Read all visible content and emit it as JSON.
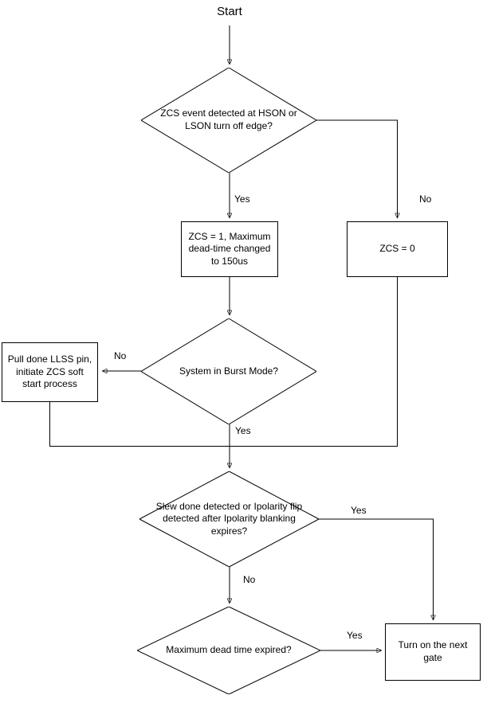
{
  "diagram": {
    "type": "flowchart",
    "nodes": {
      "start": {
        "label": "Start",
        "shape": "label"
      },
      "d1": {
        "label": "ZCS event detected at HSON or LSON turn off edge?",
        "shape": "diamond"
      },
      "r1": {
        "label": "ZCS = 1, Maximum dead-time changed to 150us",
        "shape": "rect"
      },
      "r2": {
        "label": "ZCS = 0",
        "shape": "rect"
      },
      "d2": {
        "label": "System in Burst Mode?",
        "shape": "diamond"
      },
      "r3": {
        "label": "Pull done LLSS pin, initiate ZCS soft start process",
        "shape": "rect"
      },
      "d3": {
        "label": "Slew done detected or Ipolarity flip detected after Ipolarity blanking expires?",
        "shape": "diamond"
      },
      "d4": {
        "label": "Maximum dead time expired?",
        "shape": "diamond"
      },
      "r4": {
        "label": "Turn on the next gate",
        "shape": "rect"
      }
    },
    "edge_labels": {
      "d1_yes": "Yes",
      "d1_no": "No",
      "d2_no": "No",
      "d2_yes": "Yes",
      "d3_yes": "Yes",
      "d3_no": "No",
      "d4_yes": "Yes"
    },
    "edges": [
      {
        "from": "start",
        "to": "d1"
      },
      {
        "from": "d1",
        "to": "r1",
        "label": "Yes"
      },
      {
        "from": "d1",
        "to": "r2",
        "label": "No"
      },
      {
        "from": "r1",
        "to": "d2"
      },
      {
        "from": "d2",
        "to": "r3",
        "label": "No"
      },
      {
        "from": "d2",
        "to": "d3",
        "label": "Yes"
      },
      {
        "from": "r3",
        "to": "d3"
      },
      {
        "from": "r2",
        "to": "d3"
      },
      {
        "from": "d3",
        "to": "r4",
        "label": "Yes"
      },
      {
        "from": "d3",
        "to": "d4",
        "label": "No"
      },
      {
        "from": "d4",
        "to": "r4",
        "label": "Yes"
      }
    ],
    "colors": {
      "line": "#000000",
      "shape_fill": "#ffffff",
      "shape_stroke": "#000000",
      "text": "#000000",
      "background": "#ffffff"
    }
  }
}
